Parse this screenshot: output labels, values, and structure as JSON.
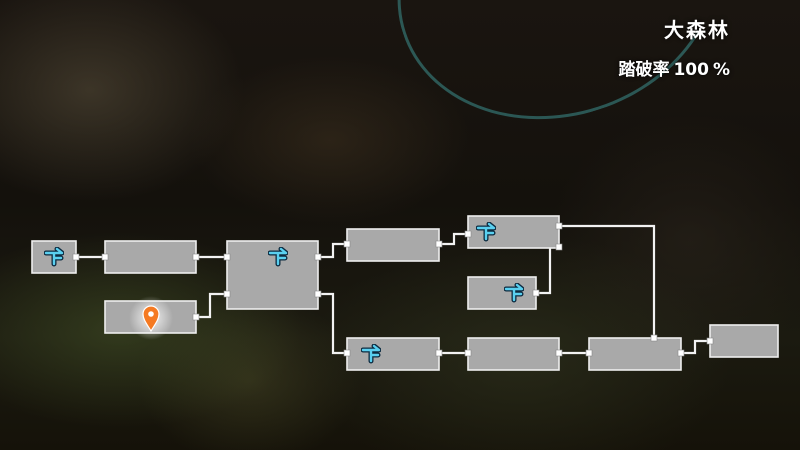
{
  "area": {
    "name": "大森林",
    "exploration_label": "踏破率",
    "exploration_value": "100",
    "exploration_unit": "%"
  },
  "icons": {
    "save_point": "save-point-icon",
    "location_marker": "location-pin-icon"
  },
  "colors": {
    "room_fill": "#a9a9a9",
    "room_border": "#efefef",
    "save_icon": "#5ad0f0",
    "marker": "#f57a22"
  }
}
